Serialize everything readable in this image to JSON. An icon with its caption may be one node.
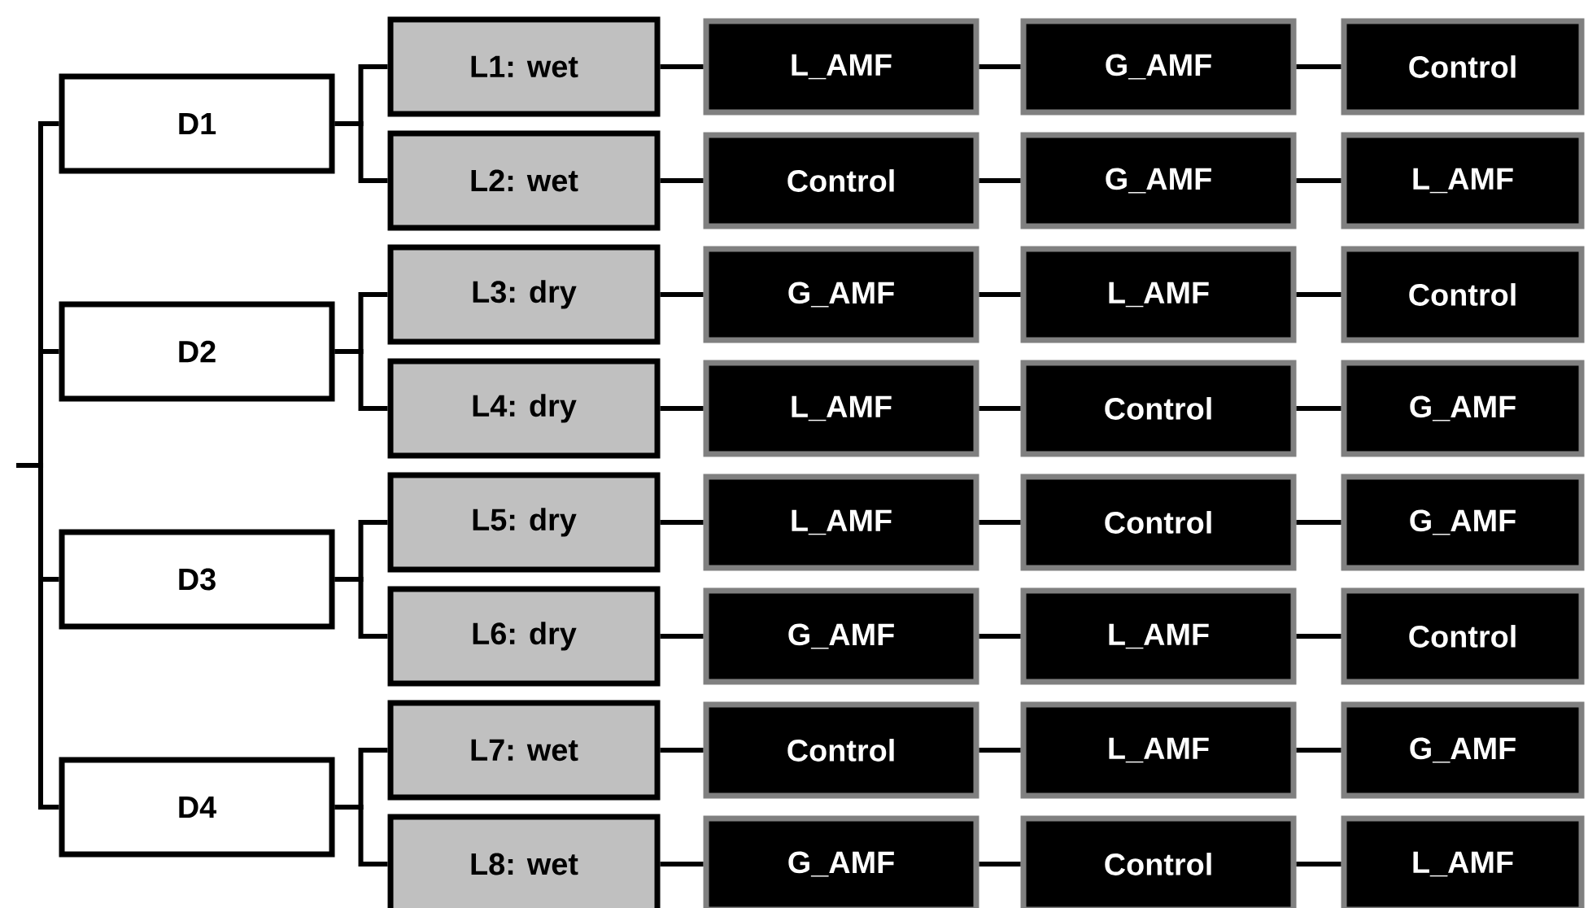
{
  "diagram": {
    "nodes": [
      {
        "text": [
          "D1"
        ]
      },
      {
        "text": [
          "D2"
        ]
      },
      {
        "text": [
          "D3"
        ]
      },
      {
        "text": [
          "D4"
        ]
      },
      {
        "text": [
          "L1: wet"
        ]
      },
      {
        "text": [
          "L2: wet"
        ]
      },
      {
        "text": [
          "L3: dry"
        ]
      },
      {
        "text": [
          "L4: dry"
        ]
      },
      {
        "text": [
          "L5: dry"
        ]
      },
      {
        "text": [
          "L6: dry"
        ]
      },
      {
        "text": [
          "L7: wet"
        ]
      },
      {
        "text": [
          "L8: wet"
        ]
      },
      {
        "text": [
          "L_AMF"
        ]
      },
      {
        "text": [
          "G_AMF"
        ]
      },
      {
        "text": [
          "Control"
        ]
      },
      {
        "text": [
          "Control"
        ]
      },
      {
        "text": [
          "G_AMF"
        ]
      },
      {
        "text": [
          "L_AMF"
        ]
      },
      {
        "text": [
          "G_AMF"
        ]
      },
      {
        "text": [
          "L_AMF"
        ]
      },
      {
        "text": [
          "Control"
        ]
      },
      {
        "text": [
          "L_AMF"
        ]
      },
      {
        "text": [
          "Control"
        ]
      },
      {
        "text": [
          "G_AMF"
        ]
      },
      {
        "text": [
          "L_AMF"
        ]
      },
      {
        "text": [
          "Control"
        ]
      },
      {
        "text": [
          "G_AMF"
        ]
      },
      {
        "text": [
          "G_AMF"
        ]
      },
      {
        "text": [
          "L_AMF"
        ]
      },
      {
        "text": [
          "Control"
        ]
      },
      {
        "text": [
          "Control"
        ]
      },
      {
        "text": [
          "L_AMF"
        ]
      },
      {
        "text": [
          "G_AMF"
        ]
      },
      {
        "text": [
          "G_AMF"
        ]
      },
      {
        "text": [
          "Control"
        ]
      },
      {
        "text": [
          "L_AMF"
        ]
      }
    ],
    "edges": [
      {
        "from": null,
        "to": 0,
        "arrow": "none"
      },
      {
        "from": null,
        "to": 1,
        "arrow": "none"
      },
      {
        "from": null,
        "to": 2,
        "arrow": "none"
      },
      {
        "from": null,
        "to": 3,
        "arrow": "none"
      },
      {
        "from": 0,
        "to": 4,
        "arrow": "none"
      },
      {
        "from": 0,
        "to": 5,
        "arrow": "none"
      },
      {
        "from": 1,
        "to": 6,
        "arrow": "none"
      },
      {
        "from": 1,
        "to": 7,
        "arrow": "none"
      },
      {
        "from": 2,
        "to": 8,
        "arrow": "none"
      },
      {
        "from": 2,
        "to": 9,
        "arrow": "none"
      },
      {
        "from": 3,
        "to": 10,
        "arrow": "none"
      },
      {
        "from": 3,
        "to": 11,
        "arrow": "none"
      },
      {
        "from": 4,
        "to": 12,
        "arrow": "none"
      },
      {
        "from": 12,
        "to": 13,
        "arrow": "none"
      },
      {
        "from": 13,
        "to": 14,
        "arrow": "none"
      },
      {
        "from": 5,
        "to": 15,
        "arrow": "none"
      },
      {
        "from": 15,
        "to": 16,
        "arrow": "none"
      },
      {
        "from": 16,
        "to": 17,
        "arrow": "none"
      },
      {
        "from": 6,
        "to": 18,
        "arrow": "none"
      },
      {
        "from": 18,
        "to": 19,
        "arrow": "none"
      },
      {
        "from": 19,
        "to": 20,
        "arrow": "none"
      },
      {
        "from": 7,
        "to": 21,
        "arrow": "none"
      },
      {
        "from": 21,
        "to": 22,
        "arrow": "none"
      },
      {
        "from": 22,
        "to": 23,
        "arrow": "none"
      },
      {
        "from": 8,
        "to": 24,
        "arrow": "none"
      },
      {
        "from": 24,
        "to": 25,
        "arrow": "none"
      },
      {
        "from": 25,
        "to": 26,
        "arrow": "none"
      },
      {
        "from": 9,
        "to": 27,
        "arrow": "none"
      },
      {
        "from": 27,
        "to": 28,
        "arrow": "none"
      },
      {
        "from": 28,
        "to": 29,
        "arrow": "none"
      },
      {
        "from": 10,
        "to": 30,
        "arrow": "none"
      },
      {
        "from": 30,
        "to": 31,
        "arrow": "none"
      },
      {
        "from": 31,
        "to": 32,
        "arrow": "none"
      },
      {
        "from": 11,
        "to": 33,
        "arrow": "none"
      },
      {
        "from": 33,
        "to": 34,
        "arrow": "none"
      },
      {
        "from": 34,
        "to": 35,
        "arrow": "none"
      }
    ]
  }
}
